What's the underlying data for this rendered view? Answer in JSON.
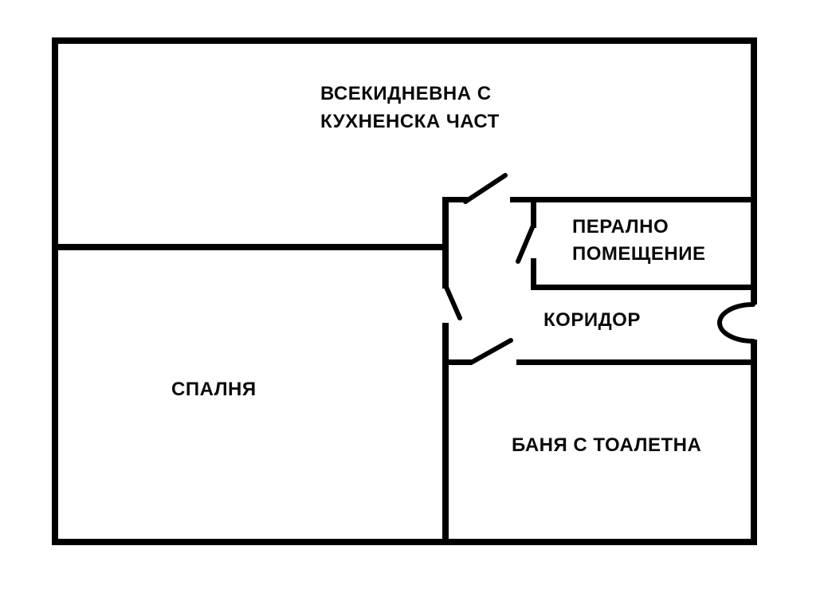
{
  "diagram": {
    "type": "floor-plan",
    "language": "bg",
    "colors": {
      "background": "#ffffff",
      "walls": "#000000",
      "text": "#0a0a0a"
    },
    "rooms": {
      "living_kitchen": {
        "line1": "ВСЕКИДНЕВНА С",
        "line2": "КУХНЕНСКА ЧАСТ"
      },
      "laundry": {
        "line1": "ПЕРАЛНО",
        "line2": "ПОМЕЩЕНИЕ"
      },
      "corridor": {
        "label": "КОРИДОР"
      },
      "bedroom": {
        "label": "СПАЛНЯ"
      },
      "bathroom": {
        "label": "БАНЯ С ТОАЛЕТНА"
      }
    }
  }
}
